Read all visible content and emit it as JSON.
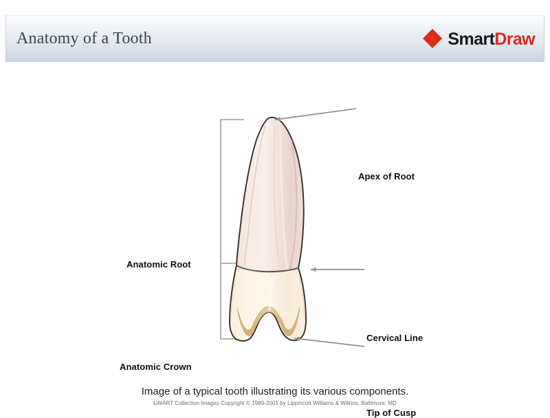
{
  "header": {
    "title": "Anatomy of a Tooth",
    "band_color": "#e2e8ef",
    "border_color": "#c7d0dc"
  },
  "logo": {
    "mark_name": "smartdraw-diamond-logo",
    "mark_color": "#e02a19",
    "text_primary": "Smart",
    "text_accent": "Draw",
    "primary_color": "#17191c",
    "accent_color": "#e02a19"
  },
  "diagram": {
    "subject": "tooth",
    "outline_color": "#2e2a27",
    "root_fill": "#f5e4de",
    "crown_fill": "#fcf0de",
    "dentin_fill": "#d8b878",
    "leader_color": "#8f8f8f",
    "bracket_color": "#9a9a9a",
    "labels": {
      "apex": "Apex of Root",
      "cervical": "Cervical Line",
      "cusp": "Tip of Cusp",
      "anatomic_root": "Anatomic Root",
      "anatomic_crown": "Anatomic Crown"
    }
  },
  "caption": {
    "text": "Image of a typical tooth illustrating its various components.",
    "credit": "LifeART Collection Images Copyright © 1989-2001 by Lippincott Williams & Wilkins, Baltimore, MD"
  }
}
